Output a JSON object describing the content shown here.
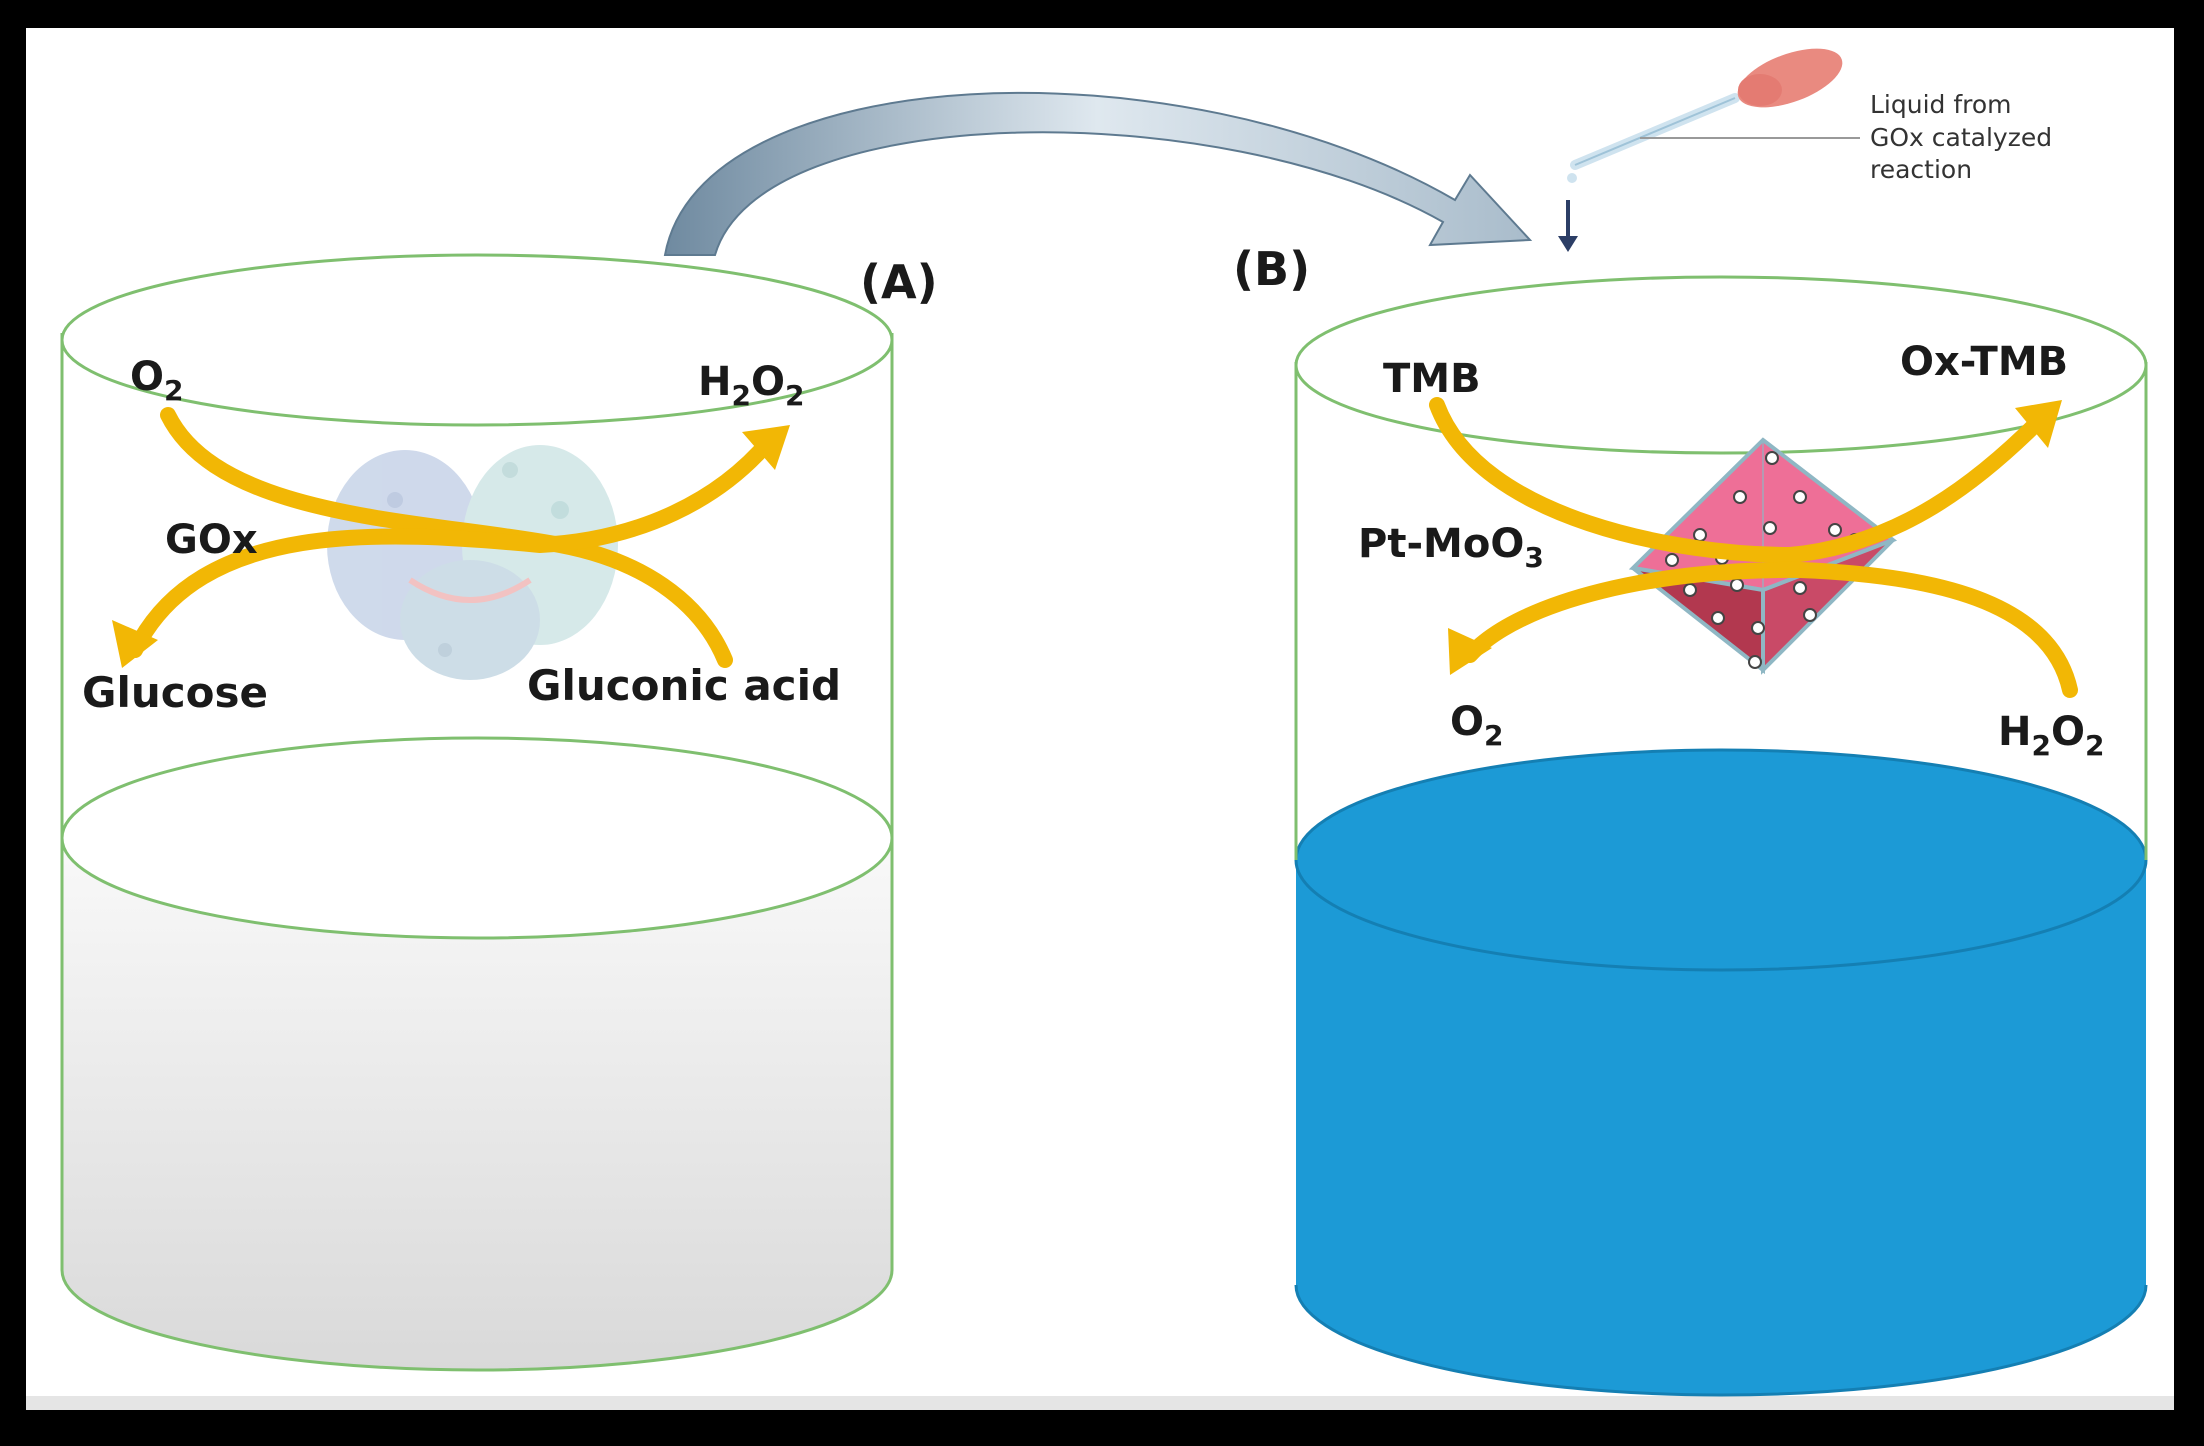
{
  "panel_a": {
    "label": "(A)",
    "inputs": {
      "o2": "O",
      "o2_sub": "2",
      "glucose": "Glucose"
    },
    "outputs": {
      "h2o2_h": "H",
      "h2o2_sub1": "2",
      "h2o2_o": "O",
      "h2o2_sub2": "2",
      "gluconic_acid": "Gluconic acid"
    },
    "enzyme": "GOx"
  },
  "panel_b": {
    "label": "(B)",
    "inputs": {
      "tmb": "TMB",
      "h2o2_h": "H",
      "h2o2_sub1": "2",
      "h2o2_o": "O",
      "h2o2_sub2": "2"
    },
    "outputs": {
      "ox_tmb": "Ox-TMB",
      "o2": "O",
      "o2_sub": "2"
    },
    "catalyst": "Pt-MoO",
    "catalyst_sub": "3",
    "liquid_color": "#1c9ad6"
  },
  "transfer_note": [
    "Liquid from",
    "GOx catalyzed",
    "reaction"
  ],
  "colors": {
    "arrow": "#f2b705",
    "cylinder_outline": "#7fbf6f",
    "transfer_arrow": "#8aa7bd"
  }
}
